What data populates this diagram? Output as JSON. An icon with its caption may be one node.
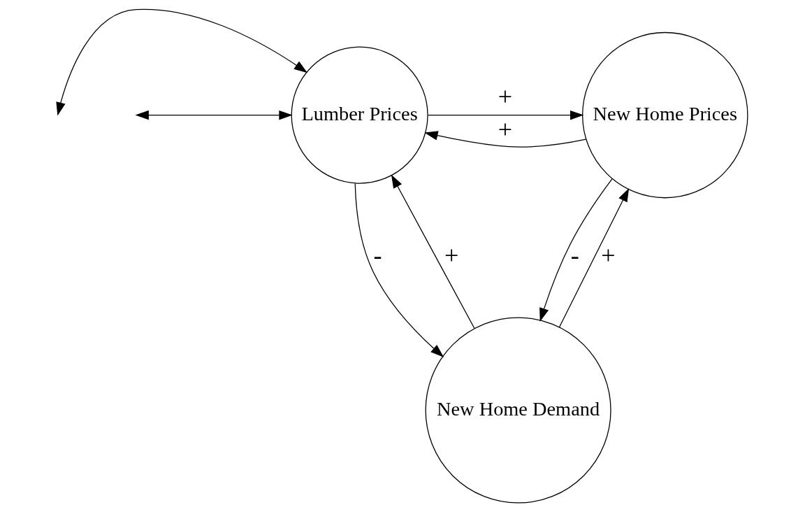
{
  "diagram": {
    "nodes": [
      {
        "text": [
          "Lumber Prices"
        ]
      },
      {
        "text": [
          "New Home Prices"
        ]
      },
      {
        "text": [
          "New Home Demand"
        ]
      }
    ],
    "edges": [
      {
        "from": null,
        "to": 0,
        "arrow": "both"
      },
      {
        "from": null,
        "to": 0,
        "arrow": "both"
      },
      {
        "from": 0,
        "to": 1,
        "arrow": "to",
        "label": "+"
      },
      {
        "from": 1,
        "to": 0,
        "arrow": "to",
        "label": "+"
      },
      {
        "from": 0,
        "to": 2,
        "arrow": "to",
        "label": "-"
      },
      {
        "from": 2,
        "to": 0,
        "arrow": "to",
        "label": "+"
      },
      {
        "from": 2,
        "to": 1,
        "arrow": "to",
        "label": "+"
      },
      {
        "from": 1,
        "to": 2,
        "arrow": "to",
        "label": "-"
      }
    ]
  }
}
